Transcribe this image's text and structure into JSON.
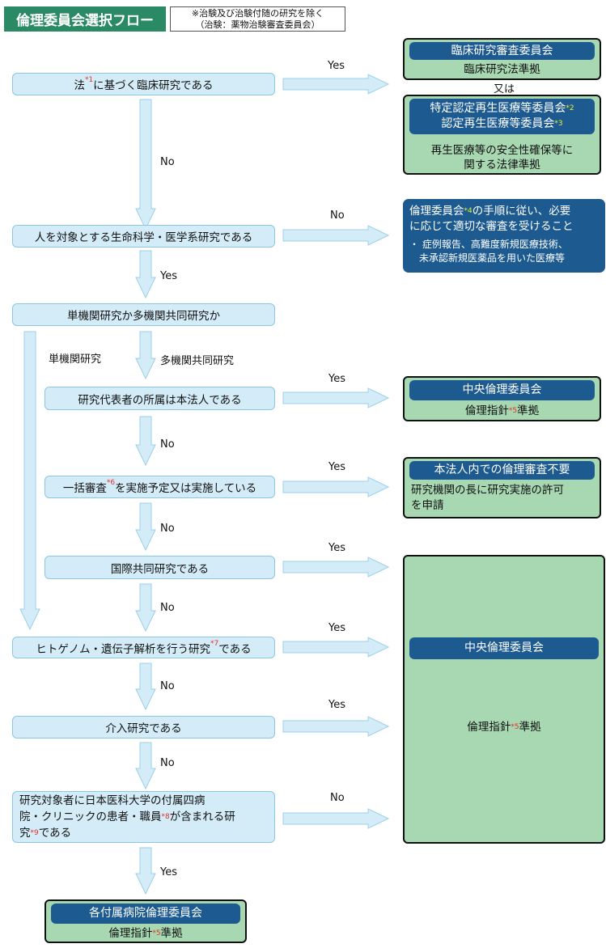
{
  "title": "倫理委員会選択フロー",
  "note": {
    "line1": "※治験及び治験付随の研究を除く",
    "line2": "（治験：薬物治験審査委員会）"
  },
  "labels": {
    "yes": "Yes",
    "no": "No",
    "single": "単機関研究",
    "multi": "多機関共同研究",
    "or": "又は"
  },
  "questions": {
    "q1": {
      "pre": "法",
      "mark": "*1",
      "post": "に基づく臨床研究である"
    },
    "q2": "人を対象とする生命科学・医学系研究である",
    "q3": "単機関研究か多機関共同研究か",
    "q4": "研究代表者の所属は本法人である",
    "q5": {
      "pre": "一括審査",
      "mark": "*6",
      "post": "を実施予定又は実施している"
    },
    "q6": "国際共同研究である",
    "q7": {
      "pre": "ヒトゲノム・遺伝子解析を行う研究",
      "mark": "*7",
      "post": "である"
    },
    "q8": "介入研究である",
    "q9": {
      "line1": "研究対象者に日本医科大学の付属四病",
      "line2_pre": "院・クリニックの患者・職員",
      "line2_mark": "*8",
      "line2_post": "が含まれる研",
      "line3_pre": "究",
      "line3_mark": "*9",
      "line3_post": "である"
    }
  },
  "results": {
    "crb": {
      "header": "臨床研究審査委員会",
      "text": "臨床研究法準拠"
    },
    "regen": {
      "h1": "特定認定再生医療等委員会",
      "h1_mark": "*2",
      "h2": "認定再生医療等委員会",
      "h2_mark": "*3",
      "t1": "再生医療等の安全性確保等に",
      "t2": "関する法律準拠"
    },
    "irb_other": {
      "l1_pre": "倫理委員会",
      "l1_mark": "*4",
      "l1_post": "の手順に従い、必要",
      "l2": "に応じて適切な審査を受けること",
      "b1": "・ 症例報告、高難度新規医療技術、",
      "b2": "　未承認新規医薬品を用いた医療等"
    },
    "central1": {
      "header": "中央倫理委員会",
      "pre": "倫理指針",
      "mark": "*5",
      "post": "準拠"
    },
    "none": {
      "header": "本法人内での倫理審査不要",
      "t1": "研究機関の長に研究実施の許可",
      "t2": "を申請"
    },
    "central2": {
      "header": "中央倫理委員会",
      "pre": "倫理指針",
      "mark": "*5",
      "post": "準拠"
    },
    "hospital": {
      "header": "各付属病院倫理委員会",
      "pre": "倫理指針",
      "mark": "*5",
      "post": "準拠"
    }
  },
  "colors": {
    "title_bg": "#2b8a66",
    "question_bg": "#d4ecf8",
    "result_bg": "#a8d8b2",
    "header_bg": "#1c5a8f",
    "footnote_red": "#e8302a",
    "footnote_yellow": "#e6ee3a"
  }
}
